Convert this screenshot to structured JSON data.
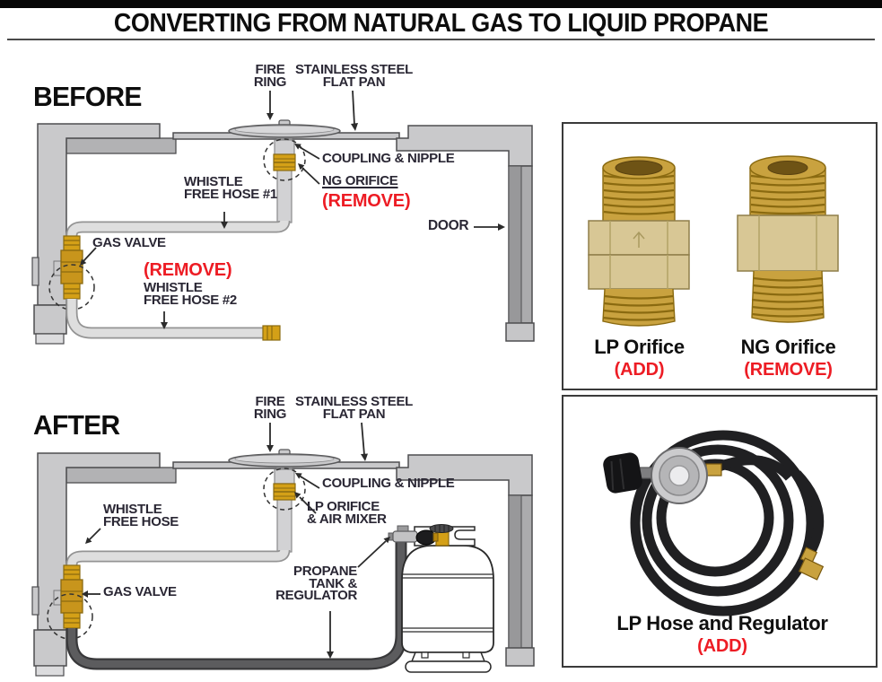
{
  "title": "CONVERTING FROM NATURAL GAS TO LIQUID PROPANE",
  "shared": {
    "fire_ring": "FIRE\nRING",
    "flat_pan": "STAINLESS STEEL\nFLAT PAN",
    "coupling_nipple": "COUPLING & NIPPLE",
    "gas_valve": "GAS VALVE"
  },
  "before": {
    "heading": "BEFORE",
    "ng_orifice": "NG ORIFICE",
    "ng_orifice_action": "(REMOVE)",
    "hose1": "WHISTLE\nFREE HOSE #1",
    "hose2_action": "(REMOVE)",
    "hose2": "WHISTLE\nFREE HOSE #2",
    "door": "DOOR"
  },
  "after": {
    "heading": "AFTER",
    "lp_orifice": "LP ORIFICE\n& AIR MIXER",
    "whistle_hose": "WHISTLE\nFREE HOSE",
    "propane": "PROPANE\nTANK &\nREGULATOR"
  },
  "parts_panels": {
    "orifices": {
      "lp_label": "LP Orifice",
      "lp_action": "(ADD)",
      "ng_label": "NG Orifice",
      "ng_action": "(REMOVE)"
    },
    "hose_regulator": {
      "label": "LP Hose and Regulator",
      "action": "(ADD)"
    }
  },
  "colors": {
    "action_red": "#ed1c24",
    "label_dark": "#2a2734",
    "wall_gray": "#c9c9cb",
    "brass": "#d4a017",
    "hose_light": "#dedede",
    "hose_dark": "#4a4a4c"
  }
}
